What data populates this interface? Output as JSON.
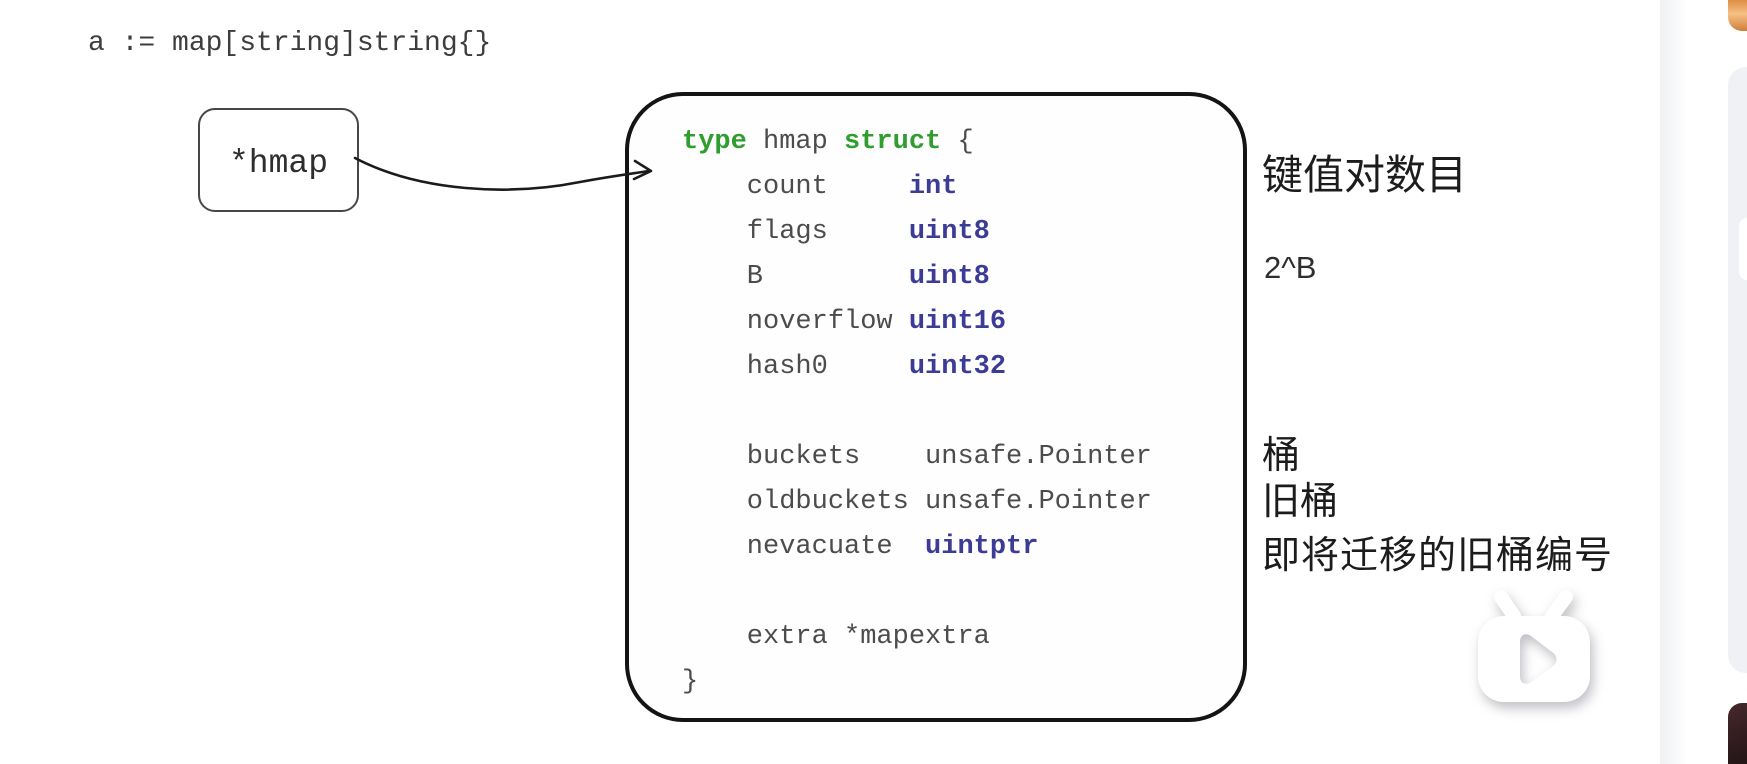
{
  "colors": {
    "keyword": "#2f9e2f",
    "type": "#3c3c96",
    "plain": "#4c4c4c",
    "struct_border": "#141414",
    "edge_orange_top": "#dd8e44",
    "edge_orange_bottom": "#cf7f3c",
    "edge_card_gray": "#eff1f4",
    "edge_thumb_dark": "#321d20"
  },
  "declaration": {
    "text": "a := map[string]string{}"
  },
  "pointer_box": {
    "label": "*hmap"
  },
  "struct_diagram": {
    "code": {
      "lines": [
        [
          [
            "kw",
            "type"
          ],
          [
            "plain",
            " hmap "
          ],
          [
            "kw",
            "struct"
          ],
          [
            "plain",
            " {"
          ]
        ],
        [
          [
            "plain",
            "    count     "
          ],
          [
            "type",
            "int"
          ]
        ],
        [
          [
            "plain",
            "    flags     "
          ],
          [
            "type",
            "uint8"
          ]
        ],
        [
          [
            "plain",
            "    B         "
          ],
          [
            "type",
            "uint8"
          ]
        ],
        [
          [
            "plain",
            "    noverflow "
          ],
          [
            "type",
            "uint16"
          ]
        ],
        [
          [
            "plain",
            "    hash0     "
          ],
          [
            "type",
            "uint32"
          ]
        ],
        [
          [
            "plain",
            ""
          ]
        ],
        [
          [
            "plain",
            "    buckets    unsafe.Pointer"
          ]
        ],
        [
          [
            "plain",
            "    oldbuckets unsafe.Pointer"
          ]
        ],
        [
          [
            "plain",
            "    nevacuate  "
          ],
          [
            "type",
            "uintptr"
          ]
        ],
        [
          [
            "plain",
            ""
          ]
        ],
        [
          [
            "plain",
            "    extra *mapextra"
          ]
        ],
        [
          [
            "plain",
            "}"
          ]
        ]
      ]
    }
  },
  "annotations": [
    {
      "field": "count",
      "text": "键值对数目"
    },
    {
      "field": "B",
      "text": "2^B"
    },
    {
      "field": "buckets",
      "text": "桶"
    },
    {
      "field": "oldbuckets",
      "text": "旧桶"
    },
    {
      "field": "nevacuate",
      "text": "即将迁移的旧桶编号"
    }
  ],
  "watermark": {
    "name": "bilibili-tv-logo"
  }
}
